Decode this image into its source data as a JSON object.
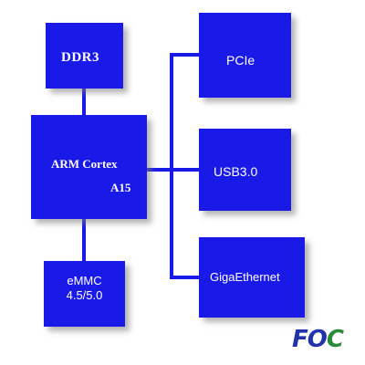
{
  "blocks": {
    "ddr3": "DDR3",
    "arm_line1": "ARM Cortex",
    "arm_line2": "A15",
    "emmc_line1": "eMMC",
    "emmc_line2": "4.5/5.0",
    "pcie": "PCIe",
    "usb": "USB3.0",
    "giga": "GigaEthernet"
  },
  "logo": {
    "part1": "FO",
    "part2": "C"
  },
  "colors": {
    "block": "#1a1ae8",
    "text": "#ffffff",
    "logo_blue": "#2233aa",
    "logo_green": "#2a8a3a"
  }
}
